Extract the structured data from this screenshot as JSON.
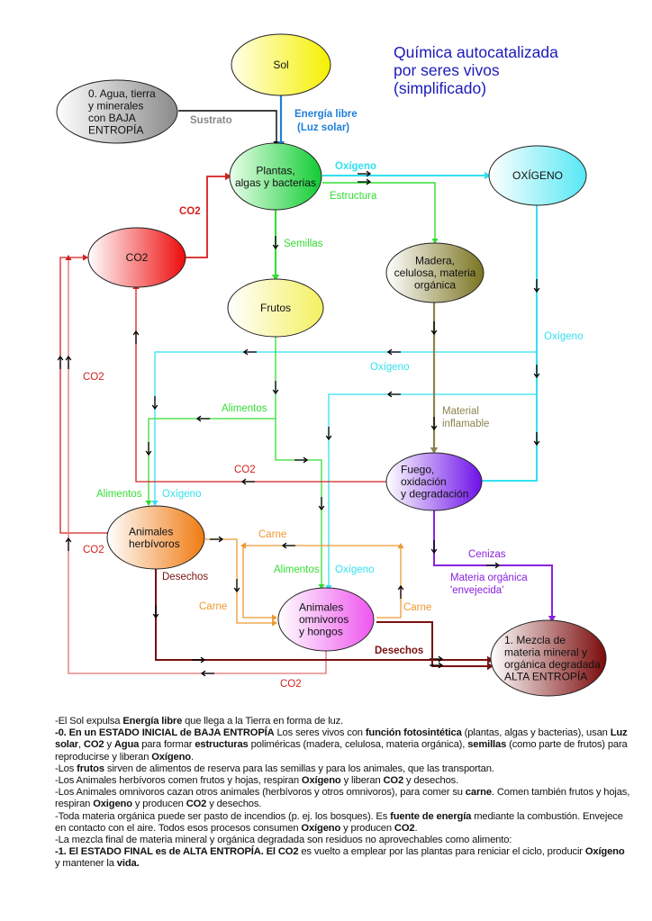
{
  "title": {
    "lines": [
      "Química autocatalizada",
      "por seres vivos",
      "(simplificado)"
    ]
  },
  "colors": {
    "title": "#1a1ab8",
    "co2": "#d42020",
    "co2_light": "#e07070",
    "oxygen": "#33e0f0",
    "green": "#33dd33",
    "energy": "#1e7fd8",
    "substrate": "#888888",
    "wood": "#8a8450",
    "carne": "#ee9933",
    "desechos": "#7a1010",
    "ash": "#8822dd",
    "arrow": "#000000"
  },
  "nodes": {
    "sol": {
      "lines": [
        "Sol"
      ]
    },
    "agua": {
      "lines": [
        "0. Agua, tierra",
        "y minerales",
        "con BAJA",
        "ENTROPÍA"
      ]
    },
    "plantas": {
      "lines": [
        "Plantas,",
        "algas y bacterias"
      ]
    },
    "oxigeno": {
      "lines": [
        "OXÍGENO"
      ]
    },
    "co2": {
      "lines": [
        "CO2"
      ]
    },
    "frutos": {
      "lines": [
        "Frutos"
      ]
    },
    "madera": {
      "lines": [
        "Madera,",
        "celulosa, materia",
        "orgánica"
      ]
    },
    "fuego": {
      "lines": [
        "Fuego,",
        "oxidación",
        "y degradación"
      ]
    },
    "herbivoros": {
      "lines": [
        "Animales",
        "herbívoros"
      ]
    },
    "omnivoros": {
      "lines": [
        "Animales",
        "omnivoros",
        "y hongos"
      ]
    },
    "mezcla": {
      "lines": [
        "1. Mezcla de",
        "materia mineral y",
        "orgánica degradada",
        "ALTA ENTROPÍA"
      ]
    }
  },
  "edge_labels": {
    "sustrato": "Sustrato",
    "energia_1": "Energía libre",
    "energia_2": "(Luz solar)",
    "oxigeno_top": "Oxígeno",
    "estructura": "Estructura",
    "co2_to_plants": "CO2",
    "semillas": "Semillas",
    "oxigeno_right": "Oxígeno",
    "oxigeno_mid": "Oxígeno",
    "co2_left": "CO2",
    "alimentos_mid": "Alimentos",
    "material_1": "Material",
    "material_2": "inflamable",
    "co2_fire": "CO2",
    "alimentos_herb": "Alimentos",
    "oxigeno_herb": "Oxígeno",
    "co2_herb": "CO2",
    "desechos_herb": "Desechos",
    "carne_top": "Carne",
    "carne_left": "Carne",
    "carne_right": "Carne",
    "alimentos_omni": "Alimentos",
    "oxigeno_omni": "Oxígeno",
    "cenizas": "Cenizas",
    "materia_env_1": "Materia orgánica",
    "materia_env_2": "'envejecida'",
    "desechos_bottom": "Desechos",
    "co2_bottom": "CO2"
  },
  "notes": [
    [
      {
        "t": "-El Sol expulsa "
      },
      {
        "t": "Energía libre",
        "b": true
      },
      {
        "t": " que llega a la Tierra en forma de luz."
      }
    ],
    [
      {
        "t": "-0. En un ESTADO INICIAL de BAJA ENTROPÍA",
        "b": true
      },
      {
        "t": " Los seres vivos con "
      },
      {
        "t": "función fotosintética",
        "b": true
      },
      {
        "t": " (plantas, algas y bacterias), usan "
      },
      {
        "t": "Luz solar",
        "b": true
      },
      {
        "t": ", "
      },
      {
        "t": "CO2",
        "b": true
      },
      {
        "t": " y "
      },
      {
        "t": "Agua",
        "b": true
      },
      {
        "t": " para formar "
      },
      {
        "t": "estructuras",
        "b": true
      },
      {
        "t": " poliméricas (madera, celulosa, materia orgánica), "
      },
      {
        "t": "semillas",
        "b": true
      },
      {
        "t": " (como parte de frutos) para reproducirse y liberan "
      },
      {
        "t": "Oxígeno",
        "b": true
      },
      {
        "t": "."
      }
    ],
    [
      {
        "t": "-Los "
      },
      {
        "t": "frutos",
        "b": true
      },
      {
        "t": " sirven de alimentos de reserva para las semillas y para los animales, que las transportan."
      }
    ],
    [
      {
        "t": "-Los Animales herbívoros comen frutos y hojas, respiran "
      },
      {
        "t": "Oxígeno",
        "b": true
      },
      {
        "t": " y liberan "
      },
      {
        "t": "CO2",
        "b": true
      },
      {
        "t": " y desechos."
      }
    ],
    [
      {
        "t": "-Los Animales omnivoros cazan otros animales (herbívoros y otros omnivoros), para comer su "
      },
      {
        "t": "carne",
        "b": true
      },
      {
        "t": ". Comen también frutos y hojas, respiran "
      },
      {
        "t": "Oxigeno",
        "b": true
      },
      {
        "t": " y producen "
      },
      {
        "t": "CO2",
        "b": true
      },
      {
        "t": " y desechos."
      }
    ],
    [
      {
        "t": "-Toda materia orgánica puede ser pasto de incendios (p. ej. los bosques). Es "
      },
      {
        "t": "fuente de energía",
        "b": true
      },
      {
        "t": " mediante la combustión. Envejece en contacto con el aire. Todos esos procesos consumen "
      },
      {
        "t": "Oxígeno",
        "b": true
      },
      {
        "t": " y producen "
      },
      {
        "t": "CO2",
        "b": true
      },
      {
        "t": "."
      }
    ],
    [
      {
        "t": "-La mezcla final de materia mineral y orgánica degradada son residuos no aprovechables como alimento:"
      }
    ],
    [
      {
        "t": "-1. El ESTADO FINAL es de ALTA ENTROPÍA. El CO2",
        "b": true
      },
      {
        "t": " es vuelto a emplear por las plantas para reniciar el ciclo, producir "
      },
      {
        "t": "Oxígeno",
        "b": true
      },
      {
        "t": " y mantener la "
      },
      {
        "t": "vida.",
        "b": true
      }
    ]
  ]
}
